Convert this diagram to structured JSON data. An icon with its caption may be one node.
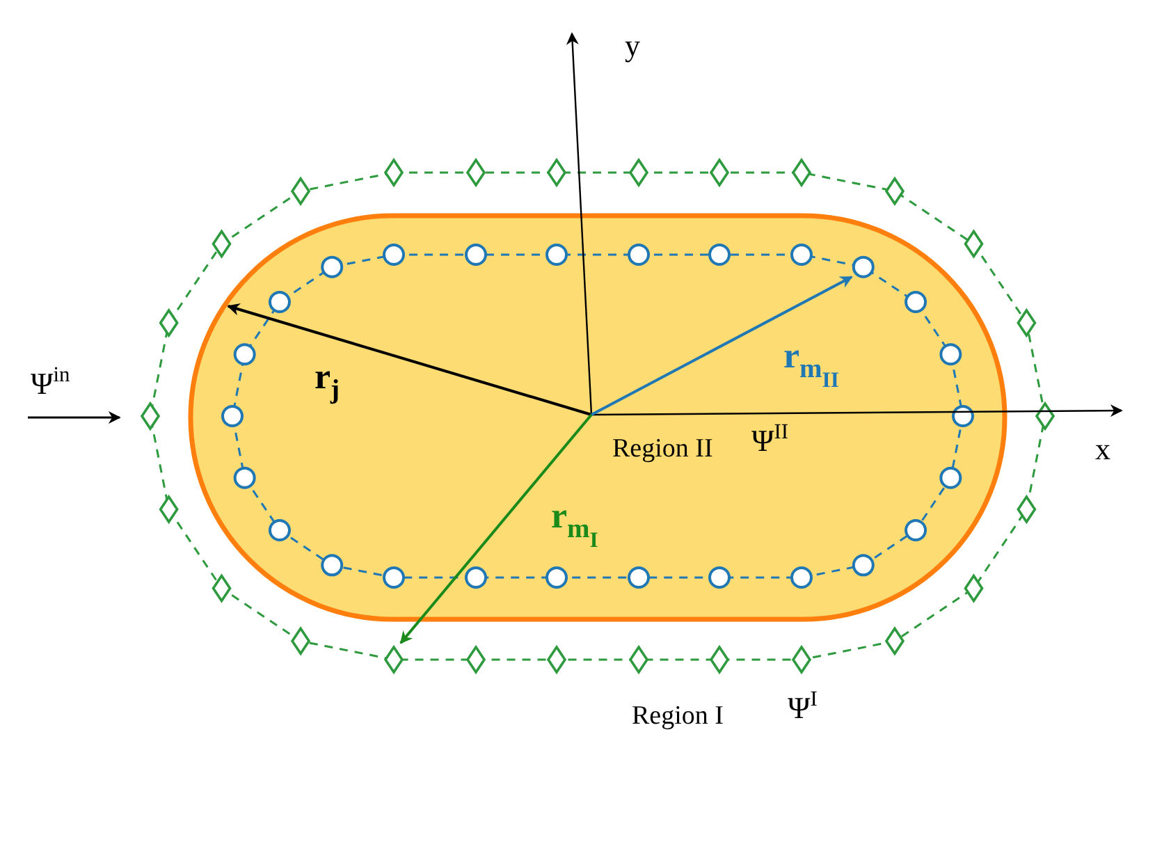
{
  "diagram": {
    "labels": [
      "y",
      "r$_{m}$$_{II}$",
      "r$_{j}$",
      "Ψ$^{in}$",
      "x",
      "Region II",
      "Ψ$^{II}$",
      "r$_{m}$$_{I}$",
      "Region I",
      "Ψ$^{I}$"
    ]
  }
}
